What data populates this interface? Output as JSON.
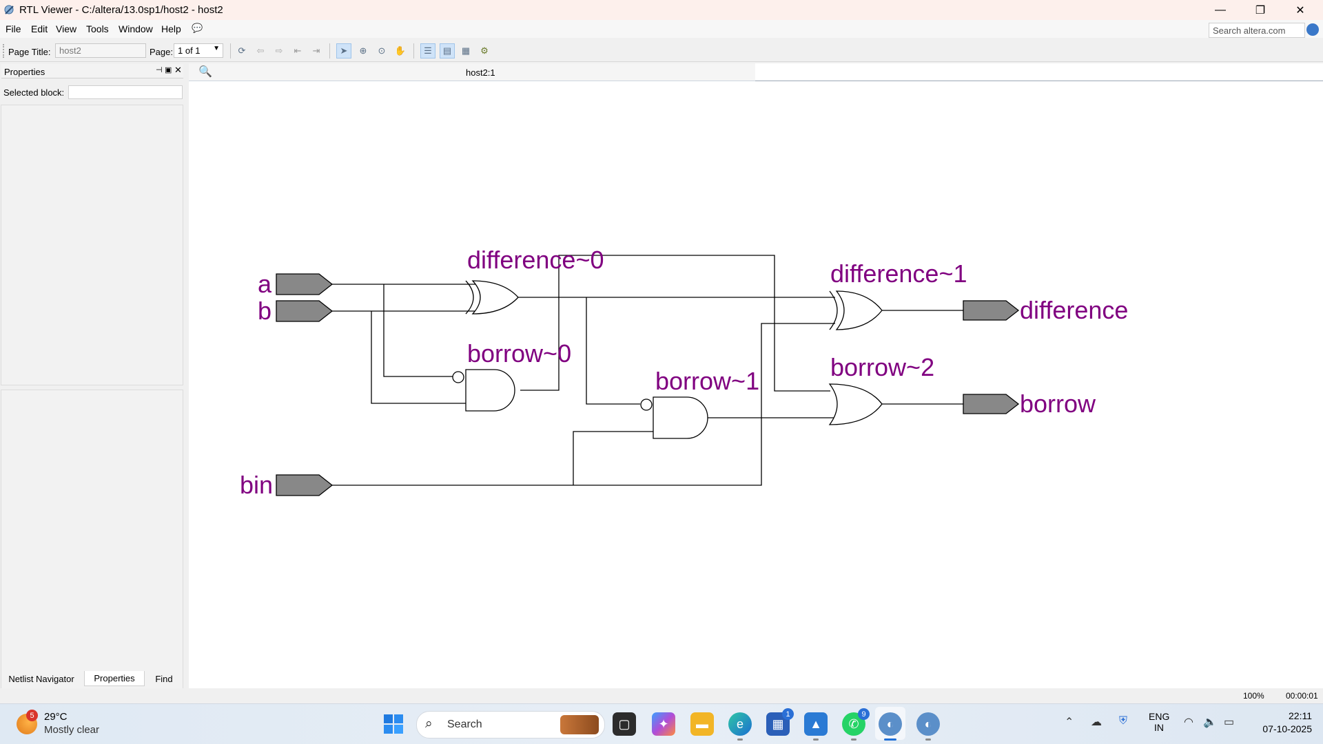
{
  "window": {
    "title": "RTL Viewer - C:/altera/13.0sp1/host2 - host2",
    "app_icon": "rtl-viewer-icon",
    "minimize": "—",
    "restore": "❐",
    "close": "✕"
  },
  "menu": {
    "items": [
      "File",
      "Edit",
      "View",
      "Tools",
      "Window",
      "Help"
    ],
    "search_placeholder": "Search altera.com"
  },
  "toolbar": {
    "page_title_label": "Page Title:",
    "page_title_value": "host2",
    "page_label": "Page:",
    "page_value": "1 of 1"
  },
  "properties": {
    "title": "Properties",
    "selected_block_label": "Selected block:",
    "selected_block_value": ""
  },
  "bottom_tabs": [
    "Netlist Navigator",
    "Properties",
    "Find"
  ],
  "document": {
    "tab_title": "host2:1"
  },
  "schematic": {
    "color_label": "#800080",
    "inputs": [
      "a",
      "b",
      "bin"
    ],
    "outputs": [
      "difference",
      "borrow"
    ],
    "gates": {
      "xor0": "difference~0",
      "xor1": "difference~1",
      "and0": "borrow~0",
      "and1": "borrow~1",
      "or2": "borrow~2"
    }
  },
  "status": {
    "zoom": "100%",
    "time": "00:00:01"
  },
  "taskbar": {
    "weather_temp": "29°C",
    "weather_desc": "Mostly clear",
    "weather_badge": "5",
    "search_placeholder": "Search",
    "store_badge": "1",
    "whatsapp_badge": "9",
    "lang_line1": "ENG",
    "lang_line2": "IN",
    "clock_time": "22:11",
    "clock_date": "07-10-2025"
  }
}
